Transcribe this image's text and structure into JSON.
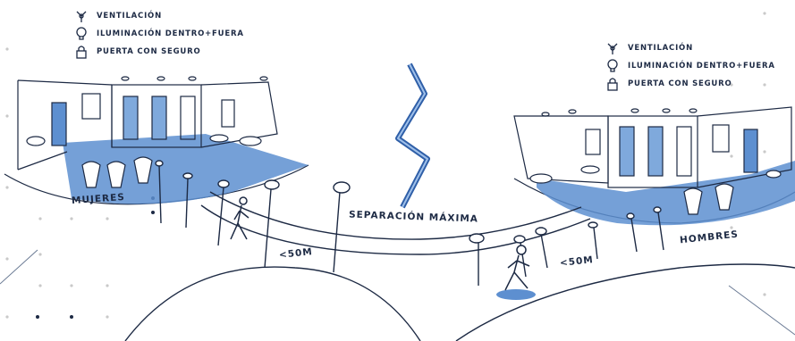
{
  "legend_left": {
    "items": [
      {
        "icon": "fan-icon",
        "label": "VENTILACIÓN"
      },
      {
        "icon": "lightbulb-icon",
        "label": "ILUMINACIÓN DENTRO+FUERA"
      },
      {
        "icon": "lock-icon",
        "label": "PUERTA CON SEGURO"
      }
    ]
  },
  "legend_right": {
    "items": [
      {
        "icon": "fan-icon",
        "label": "VENTILACIÓN"
      },
      {
        "icon": "lightbulb-icon",
        "label": "ILUMINACIÓN DENTRO+FUERA"
      },
      {
        "icon": "lock-icon",
        "label": "PUERTA CON SEGURO"
      }
    ]
  },
  "labels": {
    "women": "MUJERES",
    "men": "HOMBRES",
    "separation": "SEPARACIÓN MÁXIMA",
    "distance_left": "<50M",
    "distance_right": "<50M"
  },
  "colors": {
    "ink": "#1d2a44",
    "floor_blue": "#5d8fd0",
    "wall_blue": "#7fa9dc",
    "bolt_blue": "#2f5fa8"
  }
}
